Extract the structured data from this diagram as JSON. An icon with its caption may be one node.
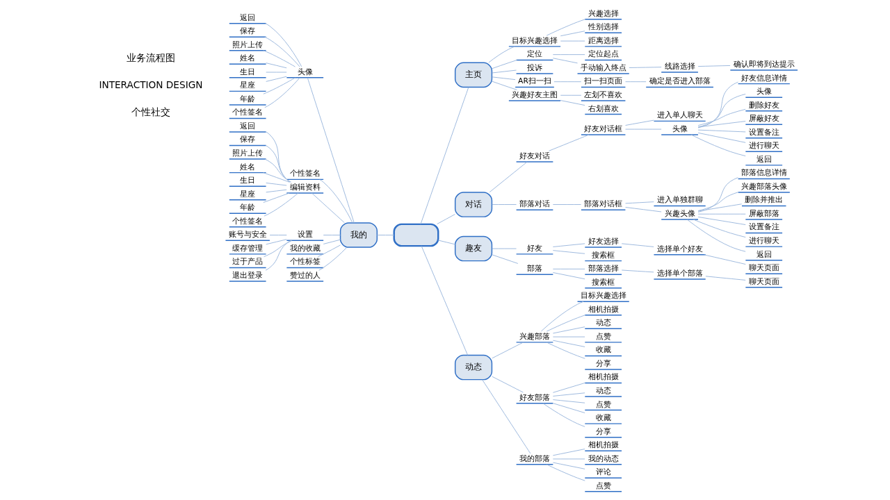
{
  "diagram": {
    "nodes": [
      {
        "text": [],
        "shape": "box"
      },
      {
        "text": [
          "主页"
        ]
      },
      {
        "text": [
          "目标兴趣选择"
        ]
      },
      {
        "text": [
          "兴趣选择"
        ]
      },
      {
        "text": [
          "性别选择"
        ]
      },
      {
        "text": [
          "距离选择"
        ]
      },
      {
        "text": [
          "定位"
        ]
      },
      {
        "text": [
          "定位起点"
        ]
      },
      {
        "text": [
          "手动输入终点"
        ]
      },
      {
        "text": [
          "线路选择"
        ]
      },
      {
        "text": [
          "确认即将到达提示"
        ]
      },
      {
        "text": [
          "投诉"
        ]
      },
      {
        "text": [
          "AR扫一扫"
        ]
      },
      {
        "text": [
          "扫一扫页面"
        ]
      },
      {
        "text": [
          "确定是否进入部落"
        ]
      },
      {
        "text": [
          "兴趣好友主图"
        ]
      },
      {
        "text": [
          "左划不喜欢"
        ]
      },
      {
        "text": [
          "右划喜欢"
        ]
      },
      {
        "text": [
          "对话"
        ]
      },
      {
        "text": [
          "好友对话"
        ]
      },
      {
        "text": [
          "好友对话框"
        ]
      },
      {
        "text": [
          "进入单人聊天"
        ]
      },
      {
        "text": [
          "头像"
        ]
      },
      {
        "text": [
          "好友信息详情"
        ]
      },
      {
        "text": [
          "头像"
        ]
      },
      {
        "text": [
          "删除好友"
        ]
      },
      {
        "text": [
          "屏蔽好友"
        ]
      },
      {
        "text": [
          "设置备注"
        ]
      },
      {
        "text": [
          "进行聊天"
        ]
      },
      {
        "text": [
          "返回"
        ]
      },
      {
        "text": [
          "部落对话"
        ]
      },
      {
        "text": [
          "部落对话框"
        ]
      },
      {
        "text": [
          "进入单独群聊"
        ]
      },
      {
        "text": [
          "兴趣头像"
        ]
      },
      {
        "text": [
          "部落信息详情"
        ]
      },
      {
        "text": [
          "兴趣部落头像"
        ]
      },
      {
        "text": [
          "删除并推出"
        ]
      },
      {
        "text": [
          "屏蔽部落"
        ]
      },
      {
        "text": [
          "设置备注"
        ]
      },
      {
        "text": [
          "进行聊天"
        ]
      },
      {
        "text": [
          "返回"
        ]
      },
      {
        "text": [
          "趣友"
        ]
      },
      {
        "text": [
          "好友"
        ]
      },
      {
        "text": [
          "好友选择"
        ]
      },
      {
        "text": [
          "选择单个好友"
        ]
      },
      {
        "text": [
          "聊天页面"
        ]
      },
      {
        "text": [
          "搜索框"
        ]
      },
      {
        "text": [
          "部落"
        ]
      },
      {
        "text": [
          "部落选择"
        ]
      },
      {
        "text": [
          "选择单个部落"
        ]
      },
      {
        "text": [
          "聊天页面"
        ]
      },
      {
        "text": [
          "搜索框"
        ]
      },
      {
        "text": [
          "动态"
        ]
      },
      {
        "text": [
          "兴趣部落"
        ]
      },
      {
        "text": [
          "目标兴趣选择"
        ]
      },
      {
        "text": [
          "相机拍摄"
        ]
      },
      {
        "text": [
          "动态"
        ]
      },
      {
        "text": [
          "点赞"
        ]
      },
      {
        "text": [
          "收藏"
        ]
      },
      {
        "text": [
          "分享"
        ]
      },
      {
        "text": [
          "好友部落"
        ]
      },
      {
        "text": [
          "相机拍摄"
        ]
      },
      {
        "text": [
          "动态"
        ]
      },
      {
        "text": [
          "点赞"
        ]
      },
      {
        "text": [
          "收藏"
        ]
      },
      {
        "text": [
          "分享"
        ]
      },
      {
        "text": [
          "我的部落"
        ]
      },
      {
        "text": [
          "相机拍摄"
        ]
      },
      {
        "text": [
          "我的动态"
        ]
      },
      {
        "text": [
          "评论"
        ]
      },
      {
        "text": [
          "点赞"
        ]
      },
      {
        "text": [
          "我的"
        ]
      },
      {
        "text": [
          "头像"
        ]
      },
      {
        "text": [
          "返回"
        ]
      },
      {
        "text": [
          "保存"
        ]
      },
      {
        "text": [
          "照片上传"
        ]
      },
      {
        "text": [
          "姓名"
        ]
      },
      {
        "text": [
          "生日"
        ]
      },
      {
        "text": [
          "星座"
        ]
      },
      {
        "text": [
          "年龄"
        ]
      },
      {
        "text": [
          "个性签名"
        ]
      },
      {
        "text": [
          "个性签名"
        ]
      },
      {
        "text": [
          "编辑资料"
        ]
      },
      {
        "text": [
          "返回"
        ]
      },
      {
        "text": [
          "保存"
        ]
      },
      {
        "text": [
          "照片上传"
        ]
      },
      {
        "text": [
          "姓名"
        ]
      },
      {
        "text": [
          "生日"
        ]
      },
      {
        "text": [
          "星座"
        ]
      },
      {
        "text": [
          "年龄"
        ]
      },
      {
        "text": [
          "个性签名"
        ]
      },
      {
        "text": [
          "设置"
        ]
      },
      {
        "text": [
          "账号与安全"
        ]
      },
      {
        "text": [
          "缓存管理"
        ]
      },
      {
        "text": [
          "过于产品"
        ]
      },
      {
        "text": [
          "退出登录"
        ]
      },
      {
        "text": [
          "我的收藏"
        ]
      },
      {
        "text": [
          "个性标签"
        ]
      },
      {
        "text": [
          "赞过的人"
        ]
      }
    ],
    "edges": [
      {
        "from": 0,
        "to": 1,
        "arrow": "none"
      },
      {
        "from": 0,
        "to": 18,
        "arrow": "none"
      },
      {
        "from": 0,
        "to": 41,
        "arrow": "none"
      },
      {
        "from": 0,
        "to": 52,
        "arrow": "none"
      },
      {
        "from": 0,
        "to": 71,
        "arrow": "none"
      },
      {
        "from": 1,
        "to": 2,
        "arrow": "none"
      },
      {
        "from": 2,
        "to": 3,
        "arrow": "none"
      },
      {
        "from": 2,
        "to": 4,
        "arrow": "none"
      },
      {
        "from": 2,
        "to": 5,
        "arrow": "none"
      },
      {
        "from": 1,
        "to": 6,
        "arrow": "none"
      },
      {
        "from": 6,
        "to": 7,
        "arrow": "none"
      },
      {
        "from": 6,
        "to": 8,
        "arrow": "none"
      },
      {
        "from": 8,
        "to": 9,
        "arrow": "none"
      },
      {
        "from": 9,
        "to": 10,
        "arrow": "none"
      },
      {
        "from": 1,
        "to": 11,
        "arrow": "none"
      },
      {
        "from": 1,
        "to": 12,
        "arrow": "none"
      },
      {
        "from": 12,
        "to": 13,
        "arrow": "none"
      },
      {
        "from": 13,
        "to": 14,
        "arrow": "none"
      },
      {
        "from": 1,
        "to": 15,
        "arrow": "none"
      },
      {
        "from": 15,
        "to": 16,
        "arrow": "none"
      },
      {
        "from": 15,
        "to": 17,
        "arrow": "none"
      },
      {
        "from": 18,
        "to": 19,
        "arrow": "none"
      },
      {
        "from": 19,
        "to": 20,
        "arrow": "none"
      },
      {
        "from": 20,
        "to": 21,
        "arrow": "none"
      },
      {
        "from": 20,
        "to": 22,
        "arrow": "none"
      },
      {
        "from": 22,
        "to": 23,
        "arrow": "none"
      },
      {
        "from": 22,
        "to": 24,
        "arrow": "none"
      },
      {
        "from": 22,
        "to": 25,
        "arrow": "none"
      },
      {
        "from": 22,
        "to": 26,
        "arrow": "none"
      },
      {
        "from": 22,
        "to": 27,
        "arrow": "none"
      },
      {
        "from": 22,
        "to": 28,
        "arrow": "none"
      },
      {
        "from": 22,
        "to": 29,
        "arrow": "none"
      },
      {
        "from": 18,
        "to": 30,
        "arrow": "none"
      },
      {
        "from": 30,
        "to": 31,
        "arrow": "none"
      },
      {
        "from": 31,
        "to": 32,
        "arrow": "none"
      },
      {
        "from": 31,
        "to": 33,
        "arrow": "none"
      },
      {
        "from": 33,
        "to": 34,
        "arrow": "none"
      },
      {
        "from": 33,
        "to": 35,
        "arrow": "none"
      },
      {
        "from": 33,
        "to": 36,
        "arrow": "none"
      },
      {
        "from": 33,
        "to": 37,
        "arrow": "none"
      },
      {
        "from": 33,
        "to": 38,
        "arrow": "none"
      },
      {
        "from": 33,
        "to": 39,
        "arrow": "none"
      },
      {
        "from": 33,
        "to": 40,
        "arrow": "none"
      },
      {
        "from": 41,
        "to": 42,
        "arrow": "none"
      },
      {
        "from": 42,
        "to": 43,
        "arrow": "none"
      },
      {
        "from": 43,
        "to": 44,
        "arrow": "none"
      },
      {
        "from": 44,
        "to": 45,
        "arrow": "none"
      },
      {
        "from": 42,
        "to": 46,
        "arrow": "none"
      },
      {
        "from": 41,
        "to": 47,
        "arrow": "none"
      },
      {
        "from": 47,
        "to": 48,
        "arrow": "none"
      },
      {
        "from": 48,
        "to": 49,
        "arrow": "none"
      },
      {
        "from": 49,
        "to": 50,
        "arrow": "none"
      },
      {
        "from": 47,
        "to": 51,
        "arrow": "none"
      },
      {
        "from": 52,
        "to": 53,
        "arrow": "none"
      },
      {
        "from": 53,
        "to": 54,
        "arrow": "none"
      },
      {
        "from": 53,
        "to": 55,
        "arrow": "none"
      },
      {
        "from": 53,
        "to": 56,
        "arrow": "none"
      },
      {
        "from": 53,
        "to": 57,
        "arrow": "none"
      },
      {
        "from": 53,
        "to": 58,
        "arrow": "none"
      },
      {
        "from": 53,
        "to": 59,
        "arrow": "none"
      },
      {
        "from": 52,
        "to": 60,
        "arrow": "none"
      },
      {
        "from": 60,
        "to": 61,
        "arrow": "none"
      },
      {
        "from": 60,
        "to": 62,
        "arrow": "none"
      },
      {
        "from": 60,
        "to": 63,
        "arrow": "none"
      },
      {
        "from": 60,
        "to": 64,
        "arrow": "none"
      },
      {
        "from": 60,
        "to": 65,
        "arrow": "none"
      },
      {
        "from": 52,
        "to": 66,
        "arrow": "none"
      },
      {
        "from": 66,
        "to": 67,
        "arrow": "none"
      },
      {
        "from": 66,
        "to": 68,
        "arrow": "none"
      },
      {
        "from": 66,
        "to": 69,
        "arrow": "none"
      },
      {
        "from": 66,
        "to": 70,
        "arrow": "none"
      },
      {
        "from": 71,
        "to": 72,
        "arrow": "none"
      },
      {
        "from": 72,
        "to": 73,
        "arrow": "none"
      },
      {
        "from": 72,
        "to": 74,
        "arrow": "none"
      },
      {
        "from": 72,
        "to": 75,
        "arrow": "none"
      },
      {
        "from": 72,
        "to": 76,
        "arrow": "none"
      },
      {
        "from": 72,
        "to": 77,
        "arrow": "none"
      },
      {
        "from": 72,
        "to": 78,
        "arrow": "none"
      },
      {
        "from": 72,
        "to": 79,
        "arrow": "none"
      },
      {
        "from": 72,
        "to": 80,
        "arrow": "none"
      },
      {
        "from": 71,
        "to": 81,
        "arrow": "none"
      },
      {
        "from": 71,
        "to": 82,
        "arrow": "none"
      },
      {
        "from": 82,
        "to": 83,
        "arrow": "none"
      },
      {
        "from": 82,
        "to": 84,
        "arrow": "none"
      },
      {
        "from": 82,
        "to": 85,
        "arrow": "none"
      },
      {
        "from": 82,
        "to": 86,
        "arrow": "none"
      },
      {
        "from": 82,
        "to": 87,
        "arrow": "none"
      },
      {
        "from": 82,
        "to": 88,
        "arrow": "none"
      },
      {
        "from": 82,
        "to": 89,
        "arrow": "none"
      },
      {
        "from": 82,
        "to": 90,
        "arrow": "none"
      },
      {
        "from": 71,
        "to": 91,
        "arrow": "none"
      },
      {
        "from": 91,
        "to": 92,
        "arrow": "none"
      },
      {
        "from": 91,
        "to": 93,
        "arrow": "none"
      },
      {
        "from": 91,
        "to": 94,
        "arrow": "none"
      },
      {
        "from": 91,
        "to": 95,
        "arrow": "none"
      },
      {
        "from": 71,
        "to": 96,
        "arrow": "none"
      },
      {
        "from": 71,
        "to": 97,
        "arrow": "none"
      },
      {
        "from": 71,
        "to": 98,
        "arrow": "none"
      }
    ],
    "labels": [
      "个性社交",
      "INTERACTION DESIGN",
      "业务流程图"
    ]
  }
}
